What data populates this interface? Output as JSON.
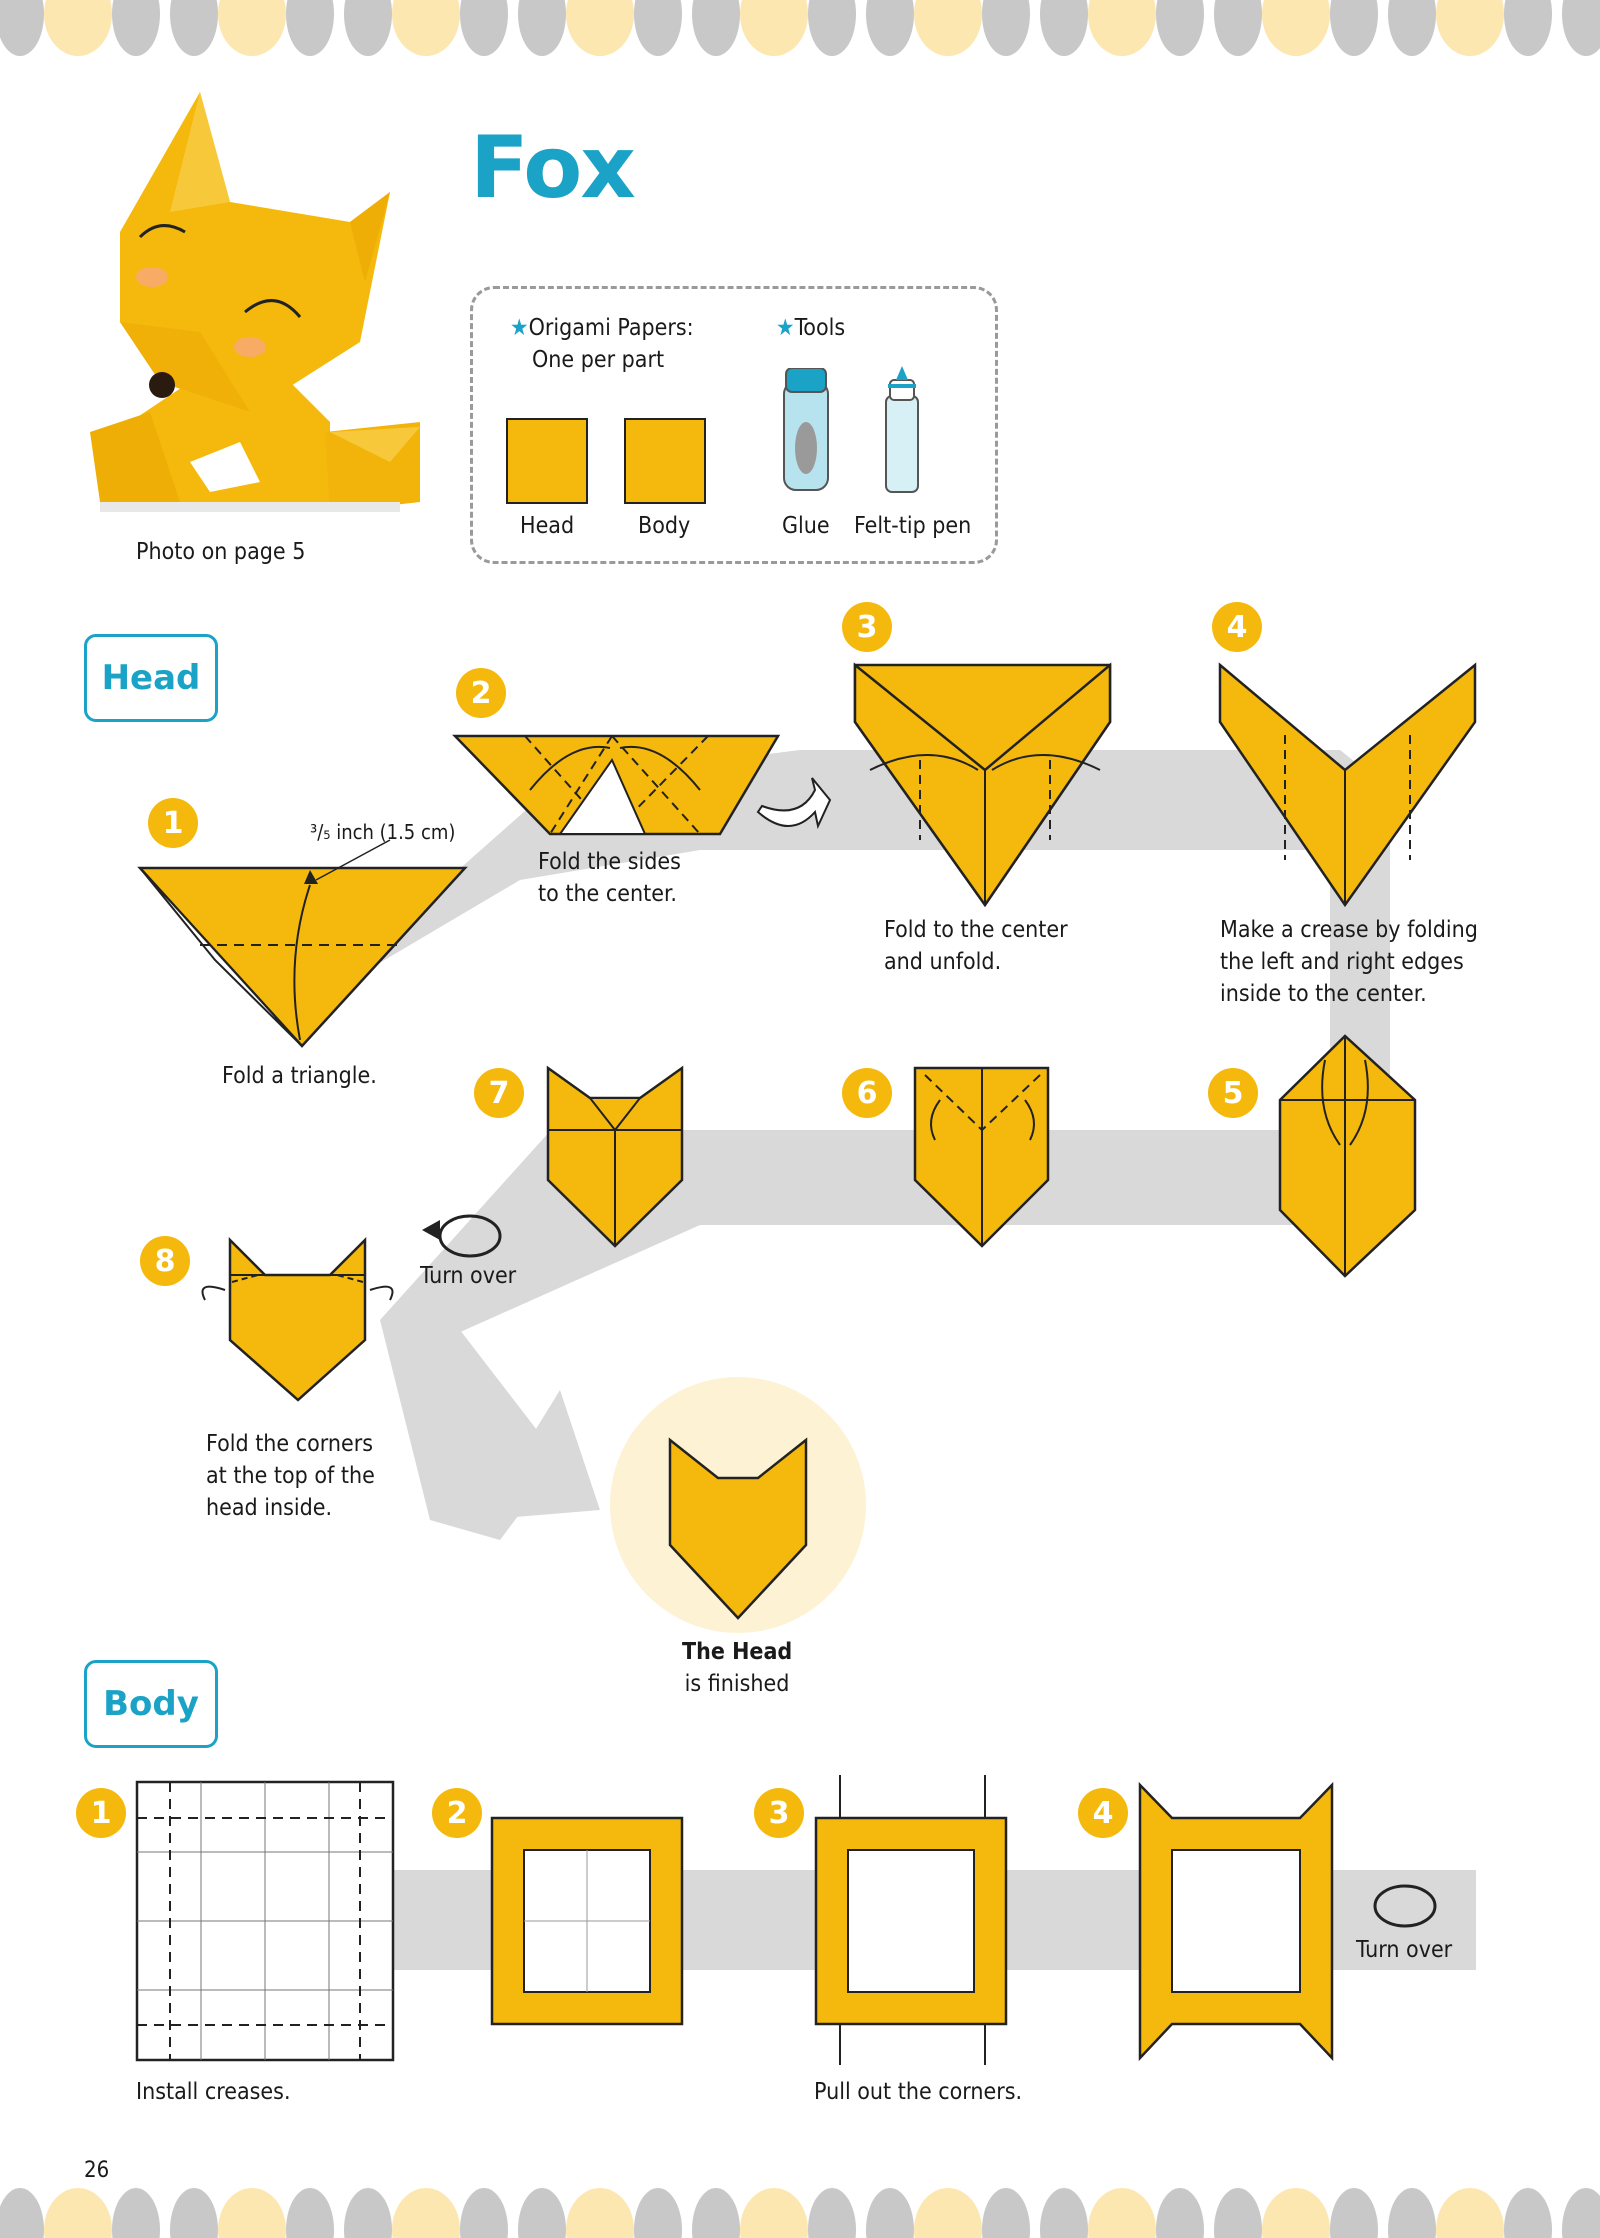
{
  "page": {
    "title": "Fox",
    "photo_caption": "Photo on page 5",
    "page_number": "26"
  },
  "materials": {
    "papers_heading": "Origami Papers:",
    "papers_sub": "One per part",
    "tools_heading": "Tools",
    "papers": [
      "Head",
      "Body"
    ],
    "tools": [
      "Glue",
      "Felt-tip pen"
    ]
  },
  "head": {
    "label": "Head",
    "steps": [
      {
        "num": "1",
        "text": [
          "Fold a triangle."
        ],
        "measure": "³/₅ inch (1.5 cm)"
      },
      {
        "num": "2",
        "text": [
          "Fold the sides",
          "to the center."
        ]
      },
      {
        "num": "3",
        "text": [
          "Fold to the center",
          "and unfold."
        ]
      },
      {
        "num": "4",
        "text": [
          "Make a crease by folding",
          "the left and right edges",
          "inside to the center."
        ]
      },
      {
        "num": "5",
        "text": []
      },
      {
        "num": "6",
        "text": []
      },
      {
        "num": "7",
        "text": []
      },
      {
        "num": "8",
        "text": [
          "Fold the corners",
          "at the top of the",
          "head inside."
        ]
      }
    ],
    "turn_over": "Turn over",
    "finished_title": "The Head",
    "finished_sub": "is finished"
  },
  "body": {
    "label": "Body",
    "steps": [
      {
        "num": "1",
        "text": "Install creases."
      },
      {
        "num": "2",
        "text": ""
      },
      {
        "num": "3",
        "text": "Pull out the corners."
      },
      {
        "num": "4",
        "text": ""
      }
    ],
    "turn_over": "Turn over"
  },
  "colors": {
    "paper": "#f4b90c",
    "accent": "#1aa3c6",
    "path": "#d9d9d9",
    "dot_gray": "#c8c8c8",
    "dot_yellow": "#fde7b0"
  }
}
